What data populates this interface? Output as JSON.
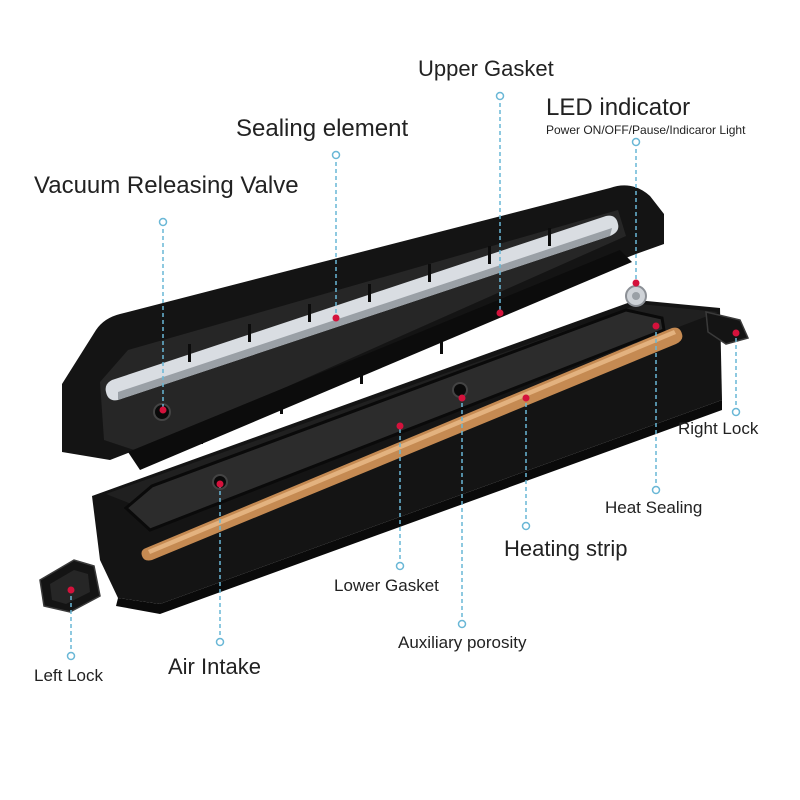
{
  "colors": {
    "leader": "#69b7d6",
    "marker": "#d4123c",
    "body": "#141414",
    "panel": "#262626",
    "metal": "#d9dde2",
    "copper": "#c58a52"
  },
  "callouts": {
    "upper_gasket": "Upper Gasket",
    "led_indicator": "LED indicator",
    "led_indicator_sub": "Power ON/OFF/Pause/Indicaror Light",
    "sealing_element": "Sealing element",
    "vacuum_releasing_valve": "Vacuum Releasing Valve",
    "right_lock": "Right Lock",
    "heat_sealing": "Heat Sealing",
    "heating_strip": "Heating strip",
    "lower_gasket": "Lower Gasket",
    "auxiliary_porosity": "Auxiliary porosity",
    "air_intake": "Air Intake",
    "left_lock": "Left Lock"
  }
}
